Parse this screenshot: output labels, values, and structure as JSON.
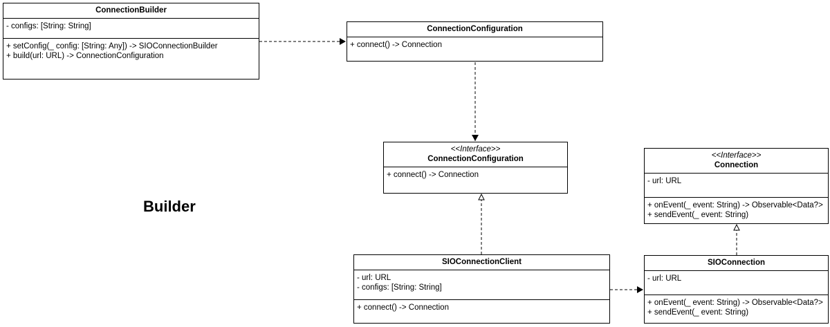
{
  "title": "Builder",
  "classes": {
    "builder": {
      "name": "ConnectionBuilder",
      "attributes": [
        "- configs: [String: String]"
      ],
      "methods": [
        "+ setConfig(_ config: [String: Any]) -> SIOConnectionBuilder",
        "+ build(url: URL) ->  ConnectionConfiguration"
      ]
    },
    "config": {
      "name": "ConnectionConfiguration",
      "methods": [
        "+ connect() -> Connection"
      ]
    },
    "config_iface": {
      "stereotype": "<<Interface>>",
      "name": "ConnectionConfiguration",
      "methods": [
        "+ connect() -> Connection"
      ]
    },
    "connection_iface": {
      "stereotype": "<<Interface>>",
      "name": "Connection",
      "attributes": [
        "- url: URL"
      ],
      "methods": [
        "+ onEvent(_ event: String) -> Observable<Data?>",
        "+ sendEvent(_ event: String)"
      ]
    },
    "client": {
      "name": "SIOConnectionClient",
      "attributes": [
        "- url: URL",
        "- configs: [String: String]"
      ],
      "methods": [
        "+ connect() -> Connection"
      ]
    },
    "sioconnection": {
      "name": "SIOConnection",
      "attributes": [
        "- url: URL"
      ],
      "methods": [
        "+ onEvent(_ event: String) -> Observable<Data?>",
        "+ sendEvent(_ event: String)"
      ]
    }
  }
}
